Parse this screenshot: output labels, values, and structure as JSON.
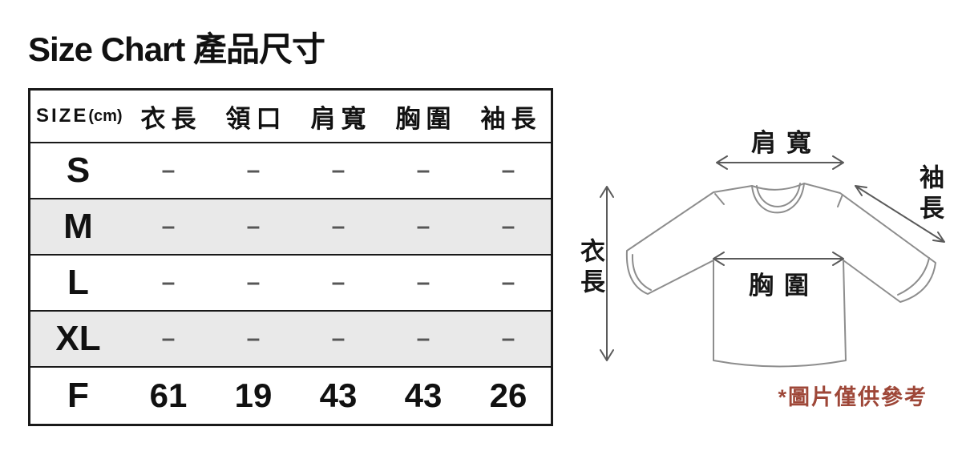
{
  "title": "Size Chart 產品尺寸",
  "table": {
    "size_label": "SIZE",
    "size_unit": "(cm)",
    "columns": [
      "衣長",
      "領口",
      "肩寬",
      "胸圍",
      "袖長"
    ],
    "rows": [
      {
        "label": "S",
        "shaded": false,
        "values": [
          "–",
          "–",
          "–",
          "–",
          "–"
        ]
      },
      {
        "label": "M",
        "shaded": true,
        "values": [
          "–",
          "–",
          "–",
          "–",
          "–"
        ]
      },
      {
        "label": "L",
        "shaded": false,
        "values": [
          "–",
          "–",
          "–",
          "–",
          "–"
        ]
      },
      {
        "label": "XL",
        "shaded": true,
        "values": [
          "–",
          "–",
          "–",
          "–",
          "–"
        ]
      },
      {
        "label": "F",
        "shaded": false,
        "values": [
          "61",
          "19",
          "43",
          "43",
          "26"
        ]
      }
    ]
  },
  "diagram": {
    "shoulder_label": "肩寬",
    "sleeve_label": "袖長",
    "length_label": "衣長",
    "chest_label": "胸圍",
    "note": "*圖片僅供參考"
  },
  "colors": {
    "row_shade": "#e9e9e9",
    "table_border": "#191919",
    "dash_gray": "#565656",
    "shirt_outline": "#8d8d8d",
    "arrow_gray": "#5a5a5a",
    "note_red": "#9E4738"
  }
}
